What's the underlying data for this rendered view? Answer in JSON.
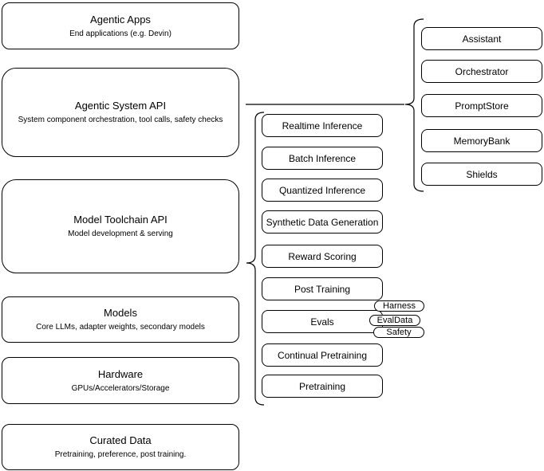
{
  "diagram": {
    "left_column": {
      "boxes": [
        {
          "title": "Agentic Apps",
          "subtitle": "End applications (e.g. Devin)"
        },
        {
          "title": "Agentic System API",
          "subtitle": "System component orchestration, tool calls, safety checks"
        },
        {
          "title": "Model Toolchain API",
          "subtitle": "Model development & serving"
        },
        {
          "title": "Models",
          "subtitle": "Core LLMs, adapter weights, secondary models"
        },
        {
          "title": "Hardware",
          "subtitle": "GPUs/Accelerators/Storage"
        },
        {
          "title": "Curated Data",
          "subtitle": "Pretraining, preference, post training."
        }
      ]
    },
    "middle_column": {
      "boxes": [
        {
          "label": "Realtime Inference"
        },
        {
          "label": "Batch Inference"
        },
        {
          "label": "Quantized Inference"
        },
        {
          "label": "Synthetic Data Generation"
        },
        {
          "label": "Reward Scoring"
        },
        {
          "label": "Post Training"
        },
        {
          "label": "Evals"
        },
        {
          "label": "Continual Pretraining"
        },
        {
          "label": "Pretraining"
        }
      ],
      "evals_pills": [
        {
          "label": "Harness"
        },
        {
          "label": "EvalData"
        },
        {
          "label": "Safety"
        }
      ]
    },
    "right_column": {
      "boxes": [
        {
          "label": "Assistant"
        },
        {
          "label": "Orchestrator"
        },
        {
          "label": "PromptStore"
        },
        {
          "label": "MemoryBank"
        },
        {
          "label": "Shields"
        }
      ]
    },
    "colors": {
      "stroke": "#000000",
      "fill": "#ffffff",
      "background": "#ffffff",
      "text": "#000000"
    }
  }
}
